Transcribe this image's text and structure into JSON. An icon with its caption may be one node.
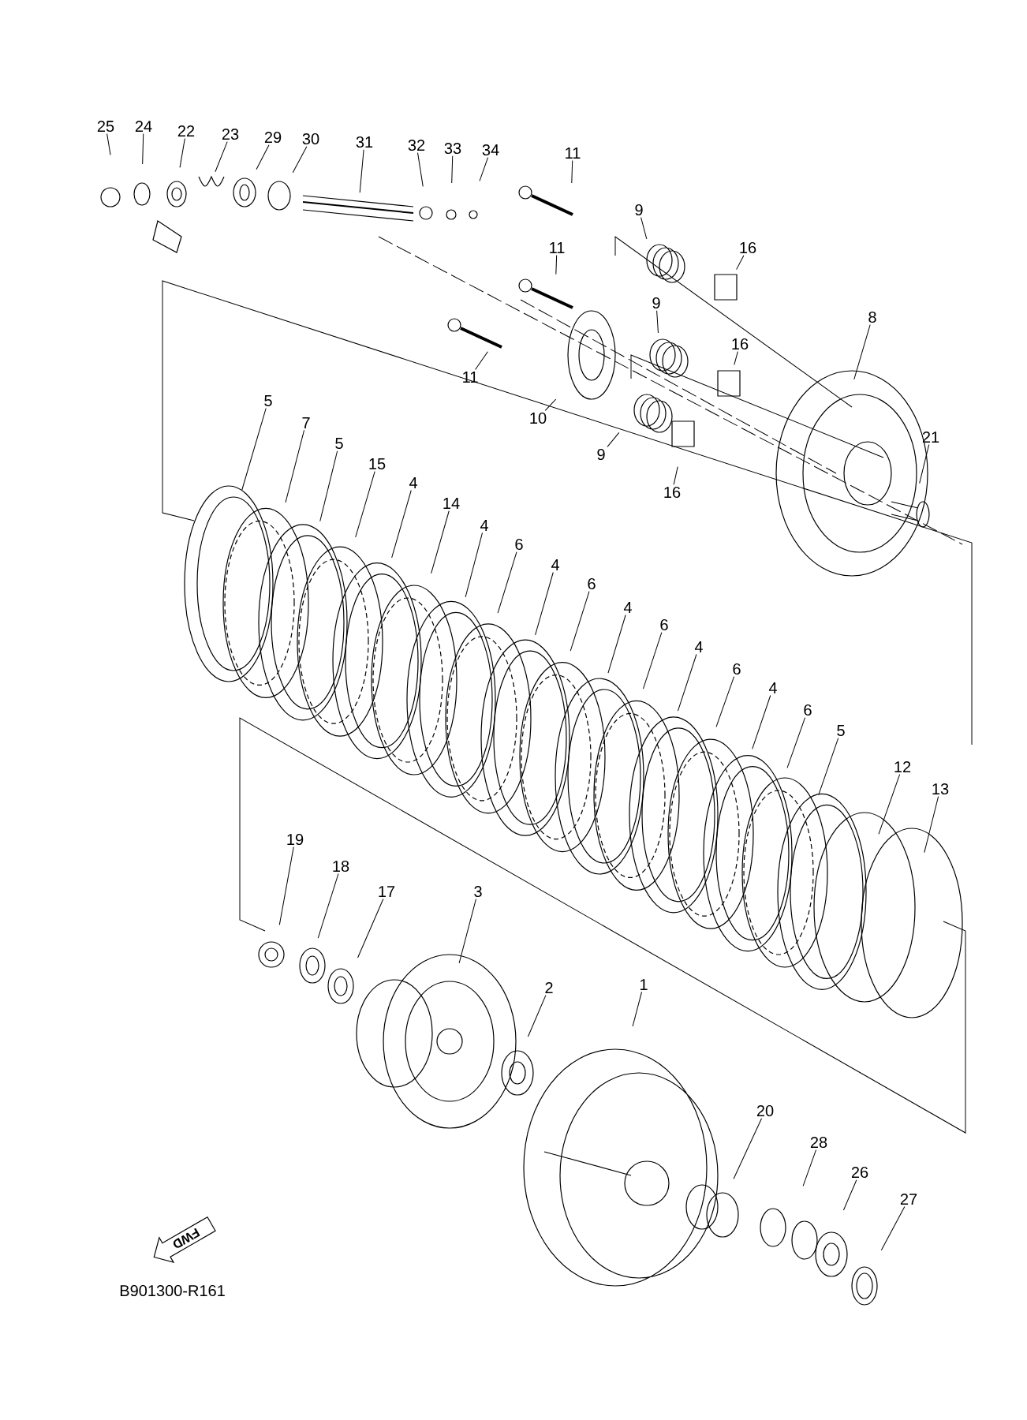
{
  "diagram": {
    "nodes": [
      {
        "text": [
          "25"
        ]
      },
      {
        "text": [
          "24"
        ]
      },
      {
        "text": [
          "22"
        ]
      },
      {
        "text": [
          "23"
        ]
      },
      {
        "text": [
          "29"
        ]
      },
      {
        "text": [
          "30"
        ]
      },
      {
        "text": [
          "31"
        ]
      },
      {
        "text": [
          "32"
        ]
      },
      {
        "text": [
          "33"
        ]
      },
      {
        "text": [
          "34"
        ]
      },
      {
        "text": [
          "11"
        ]
      },
      {
        "text": [
          "9"
        ]
      },
      {
        "text": [
          "16"
        ]
      },
      {
        "text": [
          "11"
        ]
      },
      {
        "text": [
          "9"
        ]
      },
      {
        "text": [
          "16"
        ]
      },
      {
        "text": [
          "8"
        ]
      },
      {
        "text": [
          "11"
        ]
      },
      {
        "text": [
          "10"
        ]
      },
      {
        "text": [
          "9"
        ]
      },
      {
        "text": [
          "16"
        ]
      },
      {
        "text": [
          "21"
        ]
      },
      {
        "text": [
          "5"
        ]
      },
      {
        "text": [
          "7"
        ]
      },
      {
        "text": [
          "5"
        ]
      },
      {
        "text": [
          "15"
        ]
      },
      {
        "text": [
          "4"
        ]
      },
      {
        "text": [
          "14"
        ]
      },
      {
        "text": [
          "4"
        ]
      },
      {
        "text": [
          "6"
        ]
      },
      {
        "text": [
          "4"
        ]
      },
      {
        "text": [
          "6"
        ]
      },
      {
        "text": [
          "4"
        ]
      },
      {
        "text": [
          "6"
        ]
      },
      {
        "text": [
          "4"
        ]
      },
      {
        "text": [
          "6"
        ]
      },
      {
        "text": [
          "4"
        ]
      },
      {
        "text": [
          "6"
        ]
      },
      {
        "text": [
          "5"
        ]
      },
      {
        "text": [
          "12"
        ]
      },
      {
        "text": [
          "13"
        ]
      },
      {
        "text": [
          "19"
        ]
      },
      {
        "text": [
          "18"
        ]
      },
      {
        "text": [
          "17"
        ]
      },
      {
        "text": [
          "3"
        ]
      },
      {
        "text": [
          "2"
        ]
      },
      {
        "text": [
          "1"
        ]
      },
      {
        "text": [
          "20"
        ]
      },
      {
        "text": [
          "28"
        ]
      },
      {
        "text": [
          "26"
        ]
      },
      {
        "text": [
          "27"
        ]
      },
      {
        "text": [
          "FWD"
        ]
      }
    ],
    "edges": [
      {
        "from": 0,
        "to": null,
        "arrow": "none"
      },
      {
        "from": 1,
        "to": null,
        "arrow": "none"
      },
      {
        "from": 2,
        "to": null,
        "arrow": "none"
      },
      {
        "from": 3,
        "to": null,
        "arrow": "none"
      },
      {
        "from": 4,
        "to": null,
        "arrow": "none"
      },
      {
        "from": 5,
        "to": null,
        "arrow": "none"
      },
      {
        "from": 6,
        "to": null,
        "arrow": "none"
      },
      {
        "from": 7,
        "to": null,
        "arrow": "none"
      },
      {
        "from": 8,
        "to": null,
        "arrow": "none"
      },
      {
        "from": 9,
        "to": null,
        "arrow": "none"
      },
      {
        "from": 10,
        "to": null,
        "arrow": "none"
      },
      {
        "from": 11,
        "to": null,
        "arrow": "none"
      },
      {
        "from": 12,
        "to": null,
        "arrow": "none"
      },
      {
        "from": 13,
        "to": null,
        "arrow": "none"
      },
      {
        "from": 14,
        "to": null,
        "arrow": "none"
      },
      {
        "from": 15,
        "to": null,
        "arrow": "none"
      },
      {
        "from": 16,
        "to": null,
        "arrow": "none"
      },
      {
        "from": 17,
        "to": null,
        "arrow": "none"
      },
      {
        "from": 18,
        "to": null,
        "arrow": "none"
      },
      {
        "from": 19,
        "to": null,
        "arrow": "none"
      },
      {
        "from": 20,
        "to": null,
        "arrow": "none"
      },
      {
        "from": 21,
        "to": null,
        "arrow": "none"
      },
      {
        "from": 22,
        "to": null,
        "arrow": "none"
      },
      {
        "from": 23,
        "to": null,
        "arrow": "none"
      },
      {
        "from": 24,
        "to": null,
        "arrow": "none"
      },
      {
        "from": 25,
        "to": null,
        "arrow": "none"
      },
      {
        "from": 26,
        "to": null,
        "arrow": "none"
      },
      {
        "from": 27,
        "to": null,
        "arrow": "none"
      },
      {
        "from": 28,
        "to": null,
        "arrow": "none"
      },
      {
        "from": 29,
        "to": null,
        "arrow": "none"
      },
      {
        "from": 30,
        "to": null,
        "arrow": "none"
      },
      {
        "from": 31,
        "to": null,
        "arrow": "none"
      },
      {
        "from": 32,
        "to": null,
        "arrow": "none"
      },
      {
        "from": 33,
        "to": null,
        "arrow": "none"
      },
      {
        "from": 34,
        "to": null,
        "arrow": "none"
      },
      {
        "from": 35,
        "to": null,
        "arrow": "none"
      },
      {
        "from": 36,
        "to": null,
        "arrow": "none"
      },
      {
        "from": 37,
        "to": null,
        "arrow": "none"
      },
      {
        "from": 38,
        "to": null,
        "arrow": "none"
      },
      {
        "from": 39,
        "to": null,
        "arrow": "none"
      },
      {
        "from": 40,
        "to": null,
        "arrow": "none"
      },
      {
        "from": 41,
        "to": null,
        "arrow": "none"
      },
      {
        "from": 42,
        "to": null,
        "arrow": "none"
      },
      {
        "from": 43,
        "to": null,
        "arrow": "none"
      },
      {
        "from": 44,
        "to": null,
        "arrow": "none"
      },
      {
        "from": 45,
        "to": null,
        "arrow": "none"
      },
      {
        "from": 46,
        "to": null,
        "arrow": "none"
      },
      {
        "from": 47,
        "to": null,
        "arrow": "none"
      },
      {
        "from": 48,
        "to": null,
        "arrow": "none"
      },
      {
        "from": 49,
        "to": null,
        "arrow": "none"
      },
      {
        "from": 50,
        "to": null,
        "arrow": "none"
      }
    ],
    "labels": [
      "B901300-R161"
    ]
  }
}
